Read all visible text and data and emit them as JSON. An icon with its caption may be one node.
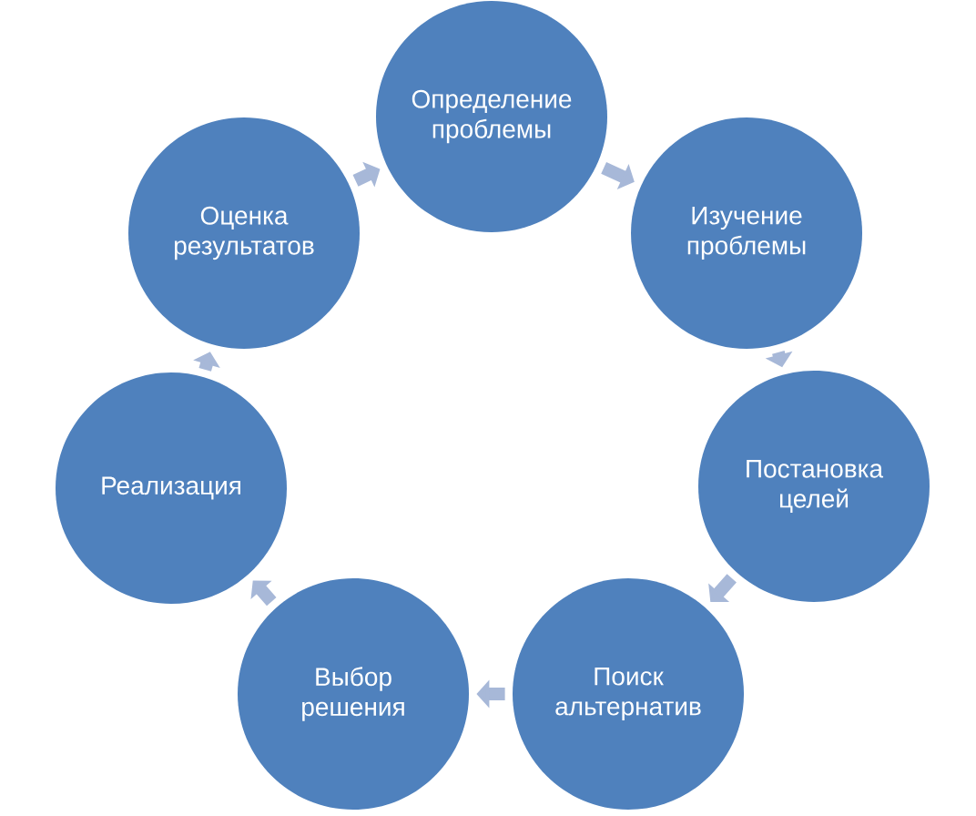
{
  "diagram": {
    "nodes": [
      {
        "text": [
          "Определение проблемы"
        ]
      },
      {
        "text": [
          "Изучение проблемы"
        ]
      },
      {
        "text": [
          "Постановка целей"
        ]
      },
      {
        "text": [
          "Поиск альтернатив"
        ]
      },
      {
        "text": [
          "Выбор решения"
        ]
      },
      {
        "text": [
          "Реализация"
        ]
      },
      {
        "text": [
          "Оценка результатов"
        ]
      }
    ],
    "edges": [
      {
        "from": 0,
        "to": 1,
        "arrow": "to"
      },
      {
        "from": 1,
        "to": 2,
        "arrow": "to"
      },
      {
        "from": 2,
        "to": 3,
        "arrow": "to"
      },
      {
        "from": 3,
        "to": 4,
        "arrow": "to"
      },
      {
        "from": 4,
        "to": 5,
        "arrow": "to"
      },
      {
        "from": 5,
        "to": 6,
        "arrow": "to"
      },
      {
        "from": 6,
        "to": 0,
        "arrow": "to"
      }
    ]
  }
}
